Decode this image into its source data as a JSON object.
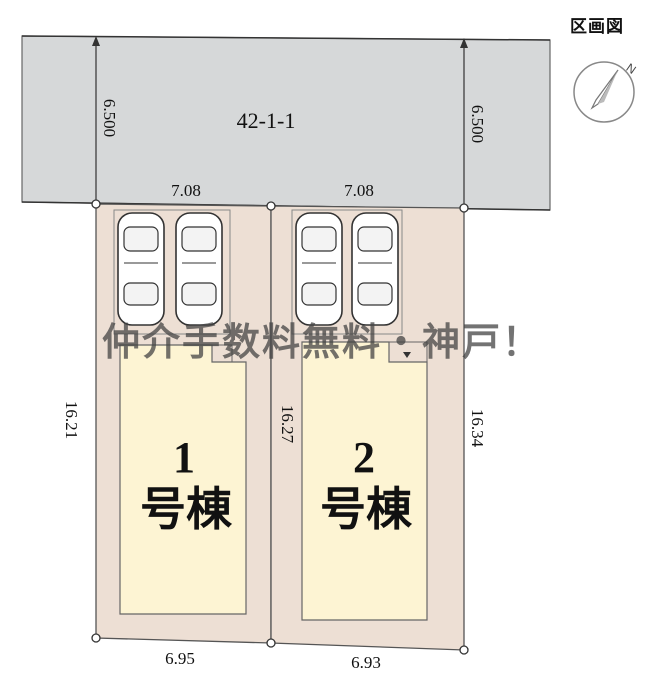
{
  "title": "区画図",
  "compass": {
    "north_label": "N"
  },
  "road": {
    "label": "42-1-1",
    "width_left": "6.500",
    "width_right": "6.500"
  },
  "frontage": {
    "lot1": "7.08",
    "lot2": "7.08"
  },
  "depth": {
    "left": "16.21",
    "middle": "16.27",
    "right": "16.34"
  },
  "rear": {
    "lot1": "6.95",
    "lot2": "6.93"
  },
  "buildings": [
    {
      "number": "1",
      "label": "号棟"
    },
    {
      "number": "2",
      "label": "号棟"
    }
  ],
  "watermark": "仲介手数料無料・神戸！",
  "colors": {
    "road": "#d6d8d9",
    "lot": "#eddfd4",
    "building": "#fdf4d3",
    "outline": "#555555",
    "watermark": "#444444"
  }
}
